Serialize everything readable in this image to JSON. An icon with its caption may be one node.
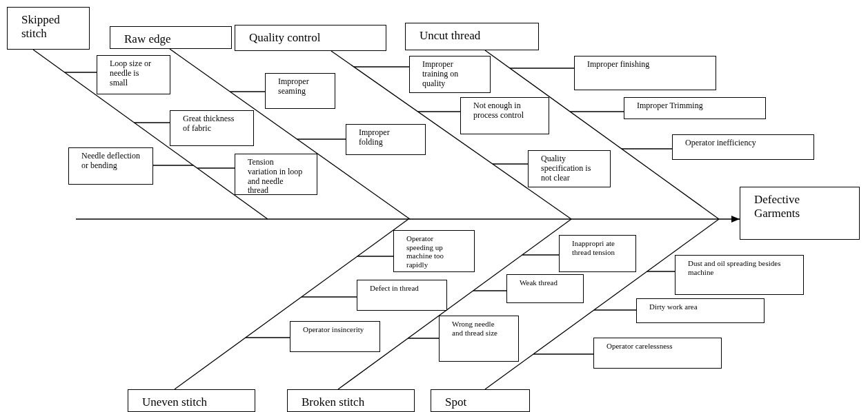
{
  "diagram": {
    "nodes": [
      {
        "text": [
          "Skipped stitch"
        ]
      },
      {
        "text": [
          "Raw edge"
        ]
      },
      {
        "text": [
          "Quality control"
        ]
      },
      {
        "text": [
          "Uncut thread"
        ]
      },
      {
        "text": [
          "Defective Garments"
        ]
      },
      {
        "text": [
          "Uneven stitch"
        ]
      },
      {
        "text": [
          "Broken stitch"
        ]
      },
      {
        "text": [
          "Spot"
        ]
      },
      {
        "text": [
          "Loop size or needle is small"
        ]
      },
      {
        "text": [
          "Great thickness of fabric"
        ]
      },
      {
        "text": [
          "Needle deflection or bending"
        ]
      },
      {
        "text": [
          "Tension variation in loop and needle thread"
        ]
      },
      {
        "text": [
          "Improper seaming"
        ]
      },
      {
        "text": [
          "Improper folding"
        ]
      },
      {
        "text": [
          "Improper training on quality"
        ]
      },
      {
        "text": [
          "Not enough in process control"
        ]
      },
      {
        "text": [
          "Quality specification is not clear"
        ]
      },
      {
        "text": [
          "Improper finishing"
        ]
      },
      {
        "text": [
          "Improper Trimming"
        ]
      },
      {
        "text": [
          "Operator inefficiency"
        ]
      },
      {
        "text": [
          "Operator speeding up machine too rapidly"
        ]
      },
      {
        "text": [
          "Defect in thread"
        ]
      },
      {
        "text": [
          "Operator insincerity"
        ]
      },
      {
        "text": [
          "Inappropri ate thread tension"
        ]
      },
      {
        "text": [
          "Weak thread"
        ]
      },
      {
        "text": [
          "Wrong needle and thread size"
        ]
      },
      {
        "text": [
          "Dust and oil spreading besides machine"
        ]
      },
      {
        "text": [
          "Dirty work area"
        ]
      },
      {
        "text": [
          "Operator carelessness"
        ]
      }
    ],
    "edges": [
      {
        "from": null,
        "to": 4,
        "arrow": "to"
      },
      {
        "from": 0,
        "to": null,
        "arrow": "none"
      },
      {
        "from": 1,
        "to": null,
        "arrow": "none"
      },
      {
        "from": 2,
        "to": null,
        "arrow": "none"
      },
      {
        "from": 3,
        "to": null,
        "arrow": "none"
      },
      {
        "from": 5,
        "to": null,
        "arrow": "none"
      },
      {
        "from": 6,
        "to": null,
        "arrow": "none"
      },
      {
        "from": 7,
        "to": null,
        "arrow": "none"
      },
      {
        "from": 8,
        "to": null,
        "arrow": "none"
      },
      {
        "from": 9,
        "to": null,
        "arrow": "none"
      },
      {
        "from": 10,
        "to": null,
        "arrow": "none"
      },
      {
        "from": 11,
        "to": null,
        "arrow": "none"
      },
      {
        "from": 12,
        "to": null,
        "arrow": "none"
      },
      {
        "from": 13,
        "to": null,
        "arrow": "none"
      },
      {
        "from": 14,
        "to": null,
        "arrow": "none"
      },
      {
        "from": 15,
        "to": null,
        "arrow": "none"
      },
      {
        "from": 16,
        "to": null,
        "arrow": "none"
      },
      {
        "from": 17,
        "to": null,
        "arrow": "none"
      },
      {
        "from": 18,
        "to": null,
        "arrow": "none"
      },
      {
        "from": 19,
        "to": null,
        "arrow": "none"
      },
      {
        "from": 20,
        "to": null,
        "arrow": "none"
      },
      {
        "from": 21,
        "to": null,
        "arrow": "none"
      },
      {
        "from": 22,
        "to": null,
        "arrow": "none"
      },
      {
        "from": 23,
        "to": null,
        "arrow": "none"
      },
      {
        "from": 24,
        "to": null,
        "arrow": "none"
      },
      {
        "from": 25,
        "to": null,
        "arrow": "none"
      },
      {
        "from": 26,
        "to": null,
        "arrow": "none"
      },
      {
        "from": 27,
        "to": null,
        "arrow": "none"
      },
      {
        "from": 28,
        "to": null,
        "arrow": "none"
      }
    ]
  }
}
